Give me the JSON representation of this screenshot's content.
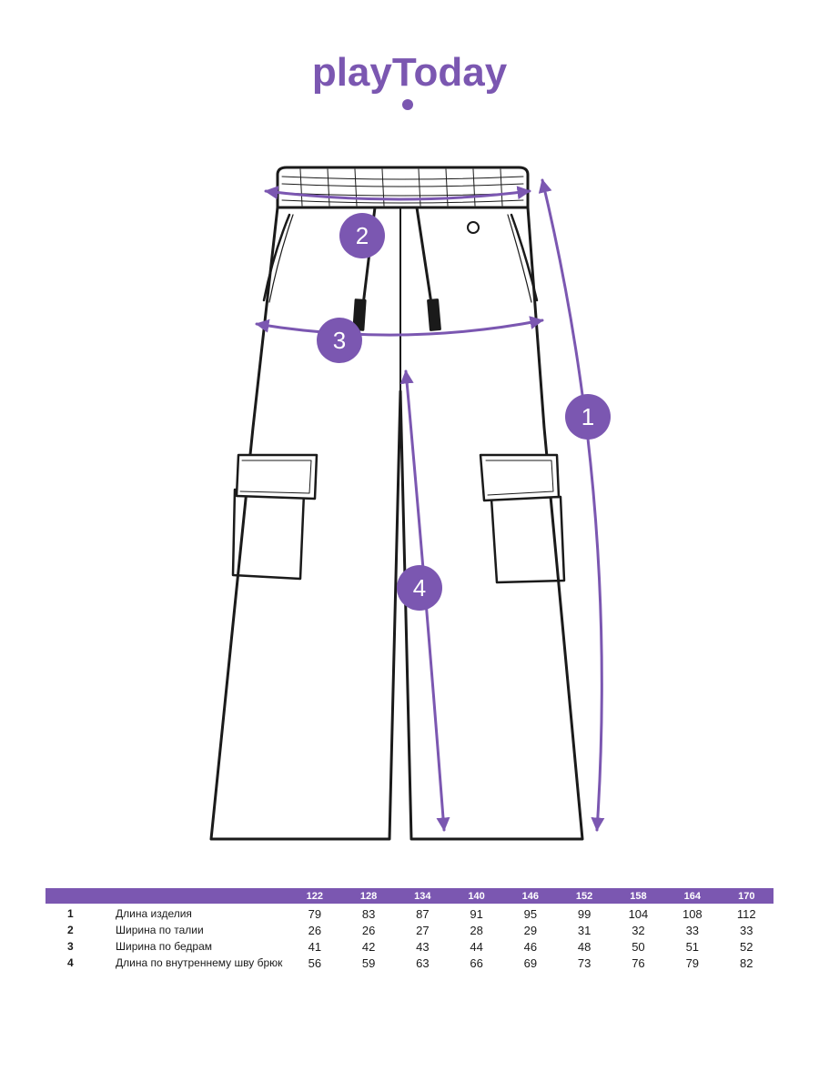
{
  "brand": {
    "name": "playToday",
    "color": "#7b57b1"
  },
  "colors": {
    "accent": "#7b57b1",
    "outline": "#1a1a1a"
  },
  "diagram": {
    "markers": [
      "1",
      "2",
      "3",
      "4"
    ]
  },
  "size_table": {
    "sizes": [
      "122",
      "128",
      "134",
      "140",
      "146",
      "152",
      "158",
      "164",
      "170"
    ],
    "rows": [
      {
        "num": "1",
        "label": "Длина изделия",
        "values": [
          "79",
          "83",
          "87",
          "91",
          "95",
          "99",
          "104",
          "108",
          "112"
        ]
      },
      {
        "num": "2",
        "label": "Ширина по талии",
        "values": [
          "26",
          "26",
          "27",
          "28",
          "29",
          "31",
          "32",
          "33",
          "33"
        ]
      },
      {
        "num": "3",
        "label": "Ширина по бедрам",
        "values": [
          "41",
          "42",
          "43",
          "44",
          "46",
          "48",
          "50",
          "51",
          "52"
        ]
      },
      {
        "num": "4",
        "label": "Длина по внутреннему шву брюк",
        "values": [
          "56",
          "59",
          "63",
          "66",
          "69",
          "73",
          "76",
          "79",
          "82"
        ]
      }
    ]
  }
}
